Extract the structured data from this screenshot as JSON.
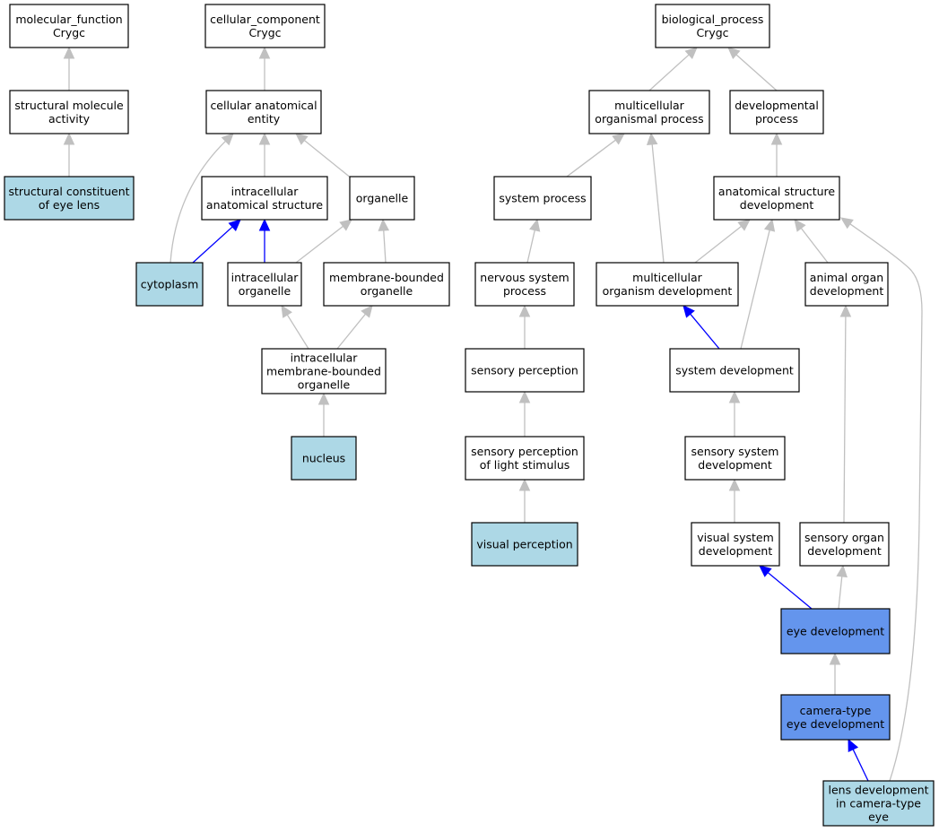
{
  "colors": {
    "default_fill": "#ffffff",
    "annotated_fill": "#add8e6",
    "highlighted_fill": "#6495ed",
    "edge_is_a": "#c0c0c0",
    "edge_part_of": "#0000ff"
  },
  "nodes": [
    {
      "id": "mf",
      "lines": [
        "molecular_function",
        "Crygc"
      ],
      "style": "default"
    },
    {
      "id": "sma",
      "lines": [
        "structural molecule",
        "activity"
      ],
      "style": "default"
    },
    {
      "id": "sceyl",
      "lines": [
        "structural constituent",
        "of eye lens"
      ],
      "style": "annotated"
    },
    {
      "id": "cc",
      "lines": [
        "cellular_component",
        "Crygc"
      ],
      "style": "default"
    },
    {
      "id": "cae",
      "lines": [
        "cellular anatomical",
        "entity"
      ],
      "style": "default"
    },
    {
      "id": "ias",
      "lines": [
        "intracellular",
        "anatomical structure"
      ],
      "style": "default"
    },
    {
      "id": "org",
      "lines": [
        "organelle"
      ],
      "style": "default"
    },
    {
      "id": "cyto",
      "lines": [
        "cytoplasm"
      ],
      "style": "annotated"
    },
    {
      "id": "io",
      "lines": [
        "intracellular",
        "organelle"
      ],
      "style": "default"
    },
    {
      "id": "mbo",
      "lines": [
        "membrane-bounded",
        "organelle"
      ],
      "style": "default"
    },
    {
      "id": "imbo",
      "lines": [
        "intracellular",
        "membrane-bounded",
        "organelle"
      ],
      "style": "default"
    },
    {
      "id": "nuc",
      "lines": [
        "nucleus"
      ],
      "style": "annotated"
    },
    {
      "id": "bp",
      "lines": [
        "biological_process",
        "Crygc"
      ],
      "style": "default"
    },
    {
      "id": "mop",
      "lines": [
        "multicellular",
        "organismal process"
      ],
      "style": "default"
    },
    {
      "id": "devp",
      "lines": [
        "developmental",
        "process"
      ],
      "style": "default"
    },
    {
      "id": "sysp",
      "lines": [
        "system process"
      ],
      "style": "default"
    },
    {
      "id": "asd",
      "lines": [
        "anatomical structure",
        "development"
      ],
      "style": "default"
    },
    {
      "id": "nsp",
      "lines": [
        "nervous system",
        "process"
      ],
      "style": "default"
    },
    {
      "id": "mod",
      "lines": [
        "multicellular",
        "organism development"
      ],
      "style": "default"
    },
    {
      "id": "aod",
      "lines": [
        "animal organ",
        "development"
      ],
      "style": "default"
    },
    {
      "id": "sp",
      "lines": [
        "sensory perception"
      ],
      "style": "default"
    },
    {
      "id": "sd",
      "lines": [
        "system development"
      ],
      "style": "default"
    },
    {
      "id": "spls",
      "lines": [
        "sensory perception",
        "of light stimulus"
      ],
      "style": "default"
    },
    {
      "id": "ssd",
      "lines": [
        "sensory system",
        "development"
      ],
      "style": "default"
    },
    {
      "id": "vp",
      "lines": [
        "visual perception"
      ],
      "style": "annotated"
    },
    {
      "id": "vsd",
      "lines": [
        "visual system",
        "development"
      ],
      "style": "default"
    },
    {
      "id": "sod",
      "lines": [
        "sensory organ",
        "development"
      ],
      "style": "default"
    },
    {
      "id": "eyed",
      "lines": [
        "eye development"
      ],
      "style": "highlighted"
    },
    {
      "id": "cted",
      "lines": [
        "camera-type",
        "eye development"
      ],
      "style": "highlighted"
    },
    {
      "id": "ldcte",
      "lines": [
        "lens development",
        "in camera-type",
        "eye"
      ],
      "style": "annotated"
    }
  ],
  "edges": [
    {
      "from": "sma",
      "to": "mf",
      "type": "is_a"
    },
    {
      "from": "sceyl",
      "to": "sma",
      "type": "is_a"
    },
    {
      "from": "cae",
      "to": "cc",
      "type": "is_a"
    },
    {
      "from": "ias",
      "to": "cae",
      "type": "is_a"
    },
    {
      "from": "org",
      "to": "cae",
      "type": "is_a"
    },
    {
      "from": "cyto",
      "to": "cae",
      "type": "is_a"
    },
    {
      "from": "cyto",
      "to": "ias",
      "type": "part_of"
    },
    {
      "from": "io",
      "to": "ias",
      "type": "part_of"
    },
    {
      "from": "io",
      "to": "org",
      "type": "is_a"
    },
    {
      "from": "mbo",
      "to": "org",
      "type": "is_a"
    },
    {
      "from": "imbo",
      "to": "io",
      "type": "is_a"
    },
    {
      "from": "imbo",
      "to": "mbo",
      "type": "is_a"
    },
    {
      "from": "nuc",
      "to": "imbo",
      "type": "is_a"
    },
    {
      "from": "mop",
      "to": "bp",
      "type": "is_a"
    },
    {
      "from": "devp",
      "to": "bp",
      "type": "is_a"
    },
    {
      "from": "sysp",
      "to": "mop",
      "type": "is_a"
    },
    {
      "from": "asd",
      "to": "devp",
      "type": "is_a"
    },
    {
      "from": "nsp",
      "to": "sysp",
      "type": "is_a"
    },
    {
      "from": "mod",
      "to": "mop",
      "type": "is_a"
    },
    {
      "from": "mod",
      "to": "asd",
      "type": "is_a"
    },
    {
      "from": "aod",
      "to": "asd",
      "type": "is_a"
    },
    {
      "from": "sp",
      "to": "nsp",
      "type": "is_a"
    },
    {
      "from": "sd",
      "to": "mod",
      "type": "part_of"
    },
    {
      "from": "sd",
      "to": "asd",
      "type": "is_a"
    },
    {
      "from": "spls",
      "to": "sp",
      "type": "is_a"
    },
    {
      "from": "ssd",
      "to": "sd",
      "type": "is_a"
    },
    {
      "from": "vp",
      "to": "spls",
      "type": "is_a"
    },
    {
      "from": "vsd",
      "to": "ssd",
      "type": "is_a"
    },
    {
      "from": "sod",
      "to": "aod",
      "type": "is_a"
    },
    {
      "from": "eyed",
      "to": "vsd",
      "type": "part_of"
    },
    {
      "from": "eyed",
      "to": "sod",
      "type": "is_a"
    },
    {
      "from": "cted",
      "to": "eyed",
      "type": "is_a"
    },
    {
      "from": "ldcte",
      "to": "cted",
      "type": "part_of"
    },
    {
      "from": "ldcte",
      "to": "asd",
      "type": "is_a"
    }
  ]
}
